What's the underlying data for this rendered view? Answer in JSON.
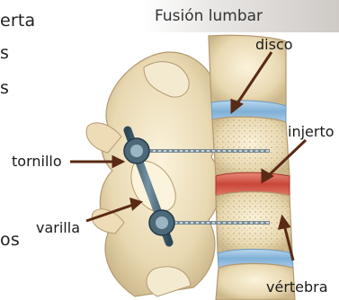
{
  "side_text": [
    "erta",
    "s",
    "s",
    "os"
  ],
  "title": "Fusión lumbar",
  "labels": {
    "disco": "disco",
    "injerto": "injerto",
    "tornillo": "tornillo",
    "varilla": "varilla",
    "vertebra": "vértebra"
  },
  "colors": {
    "arrow": "#5a2a14",
    "bone": "#efe3c4",
    "disc": "#8cb7d9",
    "graft": "#d9604f",
    "hardware": "#3a5566"
  }
}
